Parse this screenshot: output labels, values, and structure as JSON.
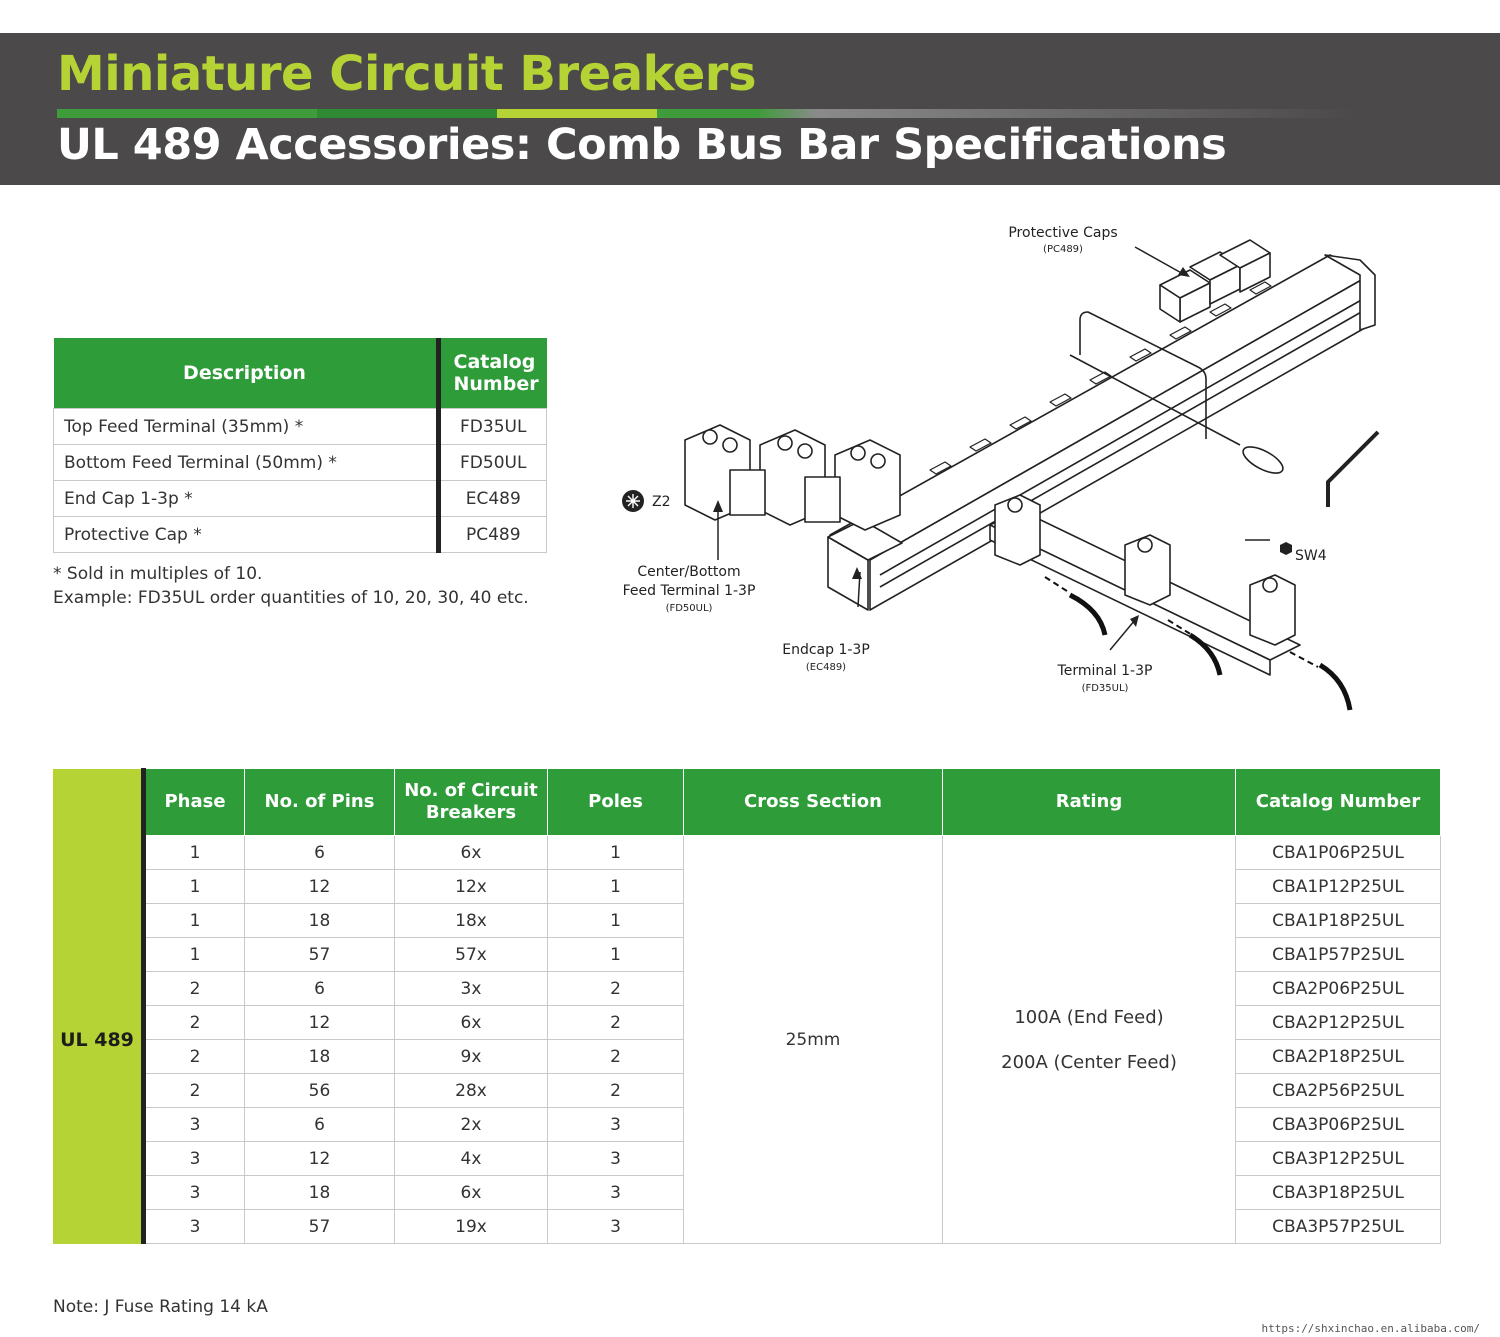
{
  "header": {
    "title": "Miniature Circuit Breakers",
    "subtitle": "UL 489 Accessories: Comb Bus Bar Specifications"
  },
  "accessories": {
    "headers": [
      "Description",
      "Catalog Number"
    ],
    "rows": [
      {
        "desc": "Top Feed Terminal  (35mm) *",
        "cat": "FD35UL"
      },
      {
        "desc": "Bottom Feed Terminal  (50mm) *",
        "cat": "FD50UL"
      },
      {
        "desc": "End Cap   1-3p *",
        "cat": "EC489"
      },
      {
        "desc": "Protective Cap *",
        "cat": "PC489"
      }
    ],
    "note_line1": "* Sold in multiples of 10.",
    "note_line2": "Example: FD35UL order quantities of 10, 20, 30, 40 etc."
  },
  "diagram": {
    "protective_caps": "Protective Caps",
    "protective_caps_code": "(PC489)",
    "z2": "Z2",
    "sw4": "SW4",
    "center_bottom_1": "Center/Bottom",
    "center_bottom_2": "Feed Terminal 1-3P",
    "center_bottom_code": "(FD50UL)",
    "endcap": "Endcap 1-3P",
    "endcap_code": "(EC489)",
    "terminal": "Terminal 1-3P",
    "terminal_code": "(FD35UL)"
  },
  "spec": {
    "group_label": "UL 489",
    "headers": [
      "Phase",
      "No. of Pins",
      "No. of Circuit Breakers",
      "Poles",
      "Cross Section",
      "Rating",
      "Catalog Number"
    ],
    "cross_section": "25mm",
    "rating_line1": "100A  (End Feed)",
    "rating_line2": "200A (Center Feed)",
    "rows": [
      {
        "phase": "1",
        "pins": "6",
        "breakers": "6x",
        "poles": "1",
        "catalog": "CBA1P06P25UL"
      },
      {
        "phase": "1",
        "pins": "12",
        "breakers": "12x",
        "poles": "1",
        "catalog": "CBA1P12P25UL"
      },
      {
        "phase": "1",
        "pins": "18",
        "breakers": "18x",
        "poles": "1",
        "catalog": "CBA1P18P25UL"
      },
      {
        "phase": "1",
        "pins": "57",
        "breakers": "57x",
        "poles": "1",
        "catalog": "CBA1P57P25UL"
      },
      {
        "phase": "2",
        "pins": "6",
        "breakers": "3x",
        "poles": "2",
        "catalog": "CBA2P06P25UL"
      },
      {
        "phase": "2",
        "pins": "12",
        "breakers": "6x",
        "poles": "2",
        "catalog": "CBA2P12P25UL"
      },
      {
        "phase": "2",
        "pins": "18",
        "breakers": "9x",
        "poles": "2",
        "catalog": "CBA2P18P25UL"
      },
      {
        "phase": "2",
        "pins": "56",
        "breakers": "28x",
        "poles": "2",
        "catalog": "CBA2P56P25UL"
      },
      {
        "phase": "3",
        "pins": "6",
        "breakers": "2x",
        "poles": "3",
        "catalog": "CBA3P06P25UL"
      },
      {
        "phase": "3",
        "pins": "12",
        "breakers": "4x",
        "poles": "3",
        "catalog": "CBA3P12P25UL"
      },
      {
        "phase": "3",
        "pins": "18",
        "breakers": "6x",
        "poles": "3",
        "catalog": "CBA3P18P25UL"
      },
      {
        "phase": "3",
        "pins": "57",
        "breakers": "19x",
        "poles": "3",
        "catalog": "CBA3P57P25UL"
      }
    ]
  },
  "footer_note": "Note: J Fuse Rating 14 kA",
  "source_url": "https://shxinchao.en.alibaba.com/",
  "colors": {
    "green": "#2f9c3a",
    "lime": "#b5d334",
    "banner": "#4b4949"
  }
}
